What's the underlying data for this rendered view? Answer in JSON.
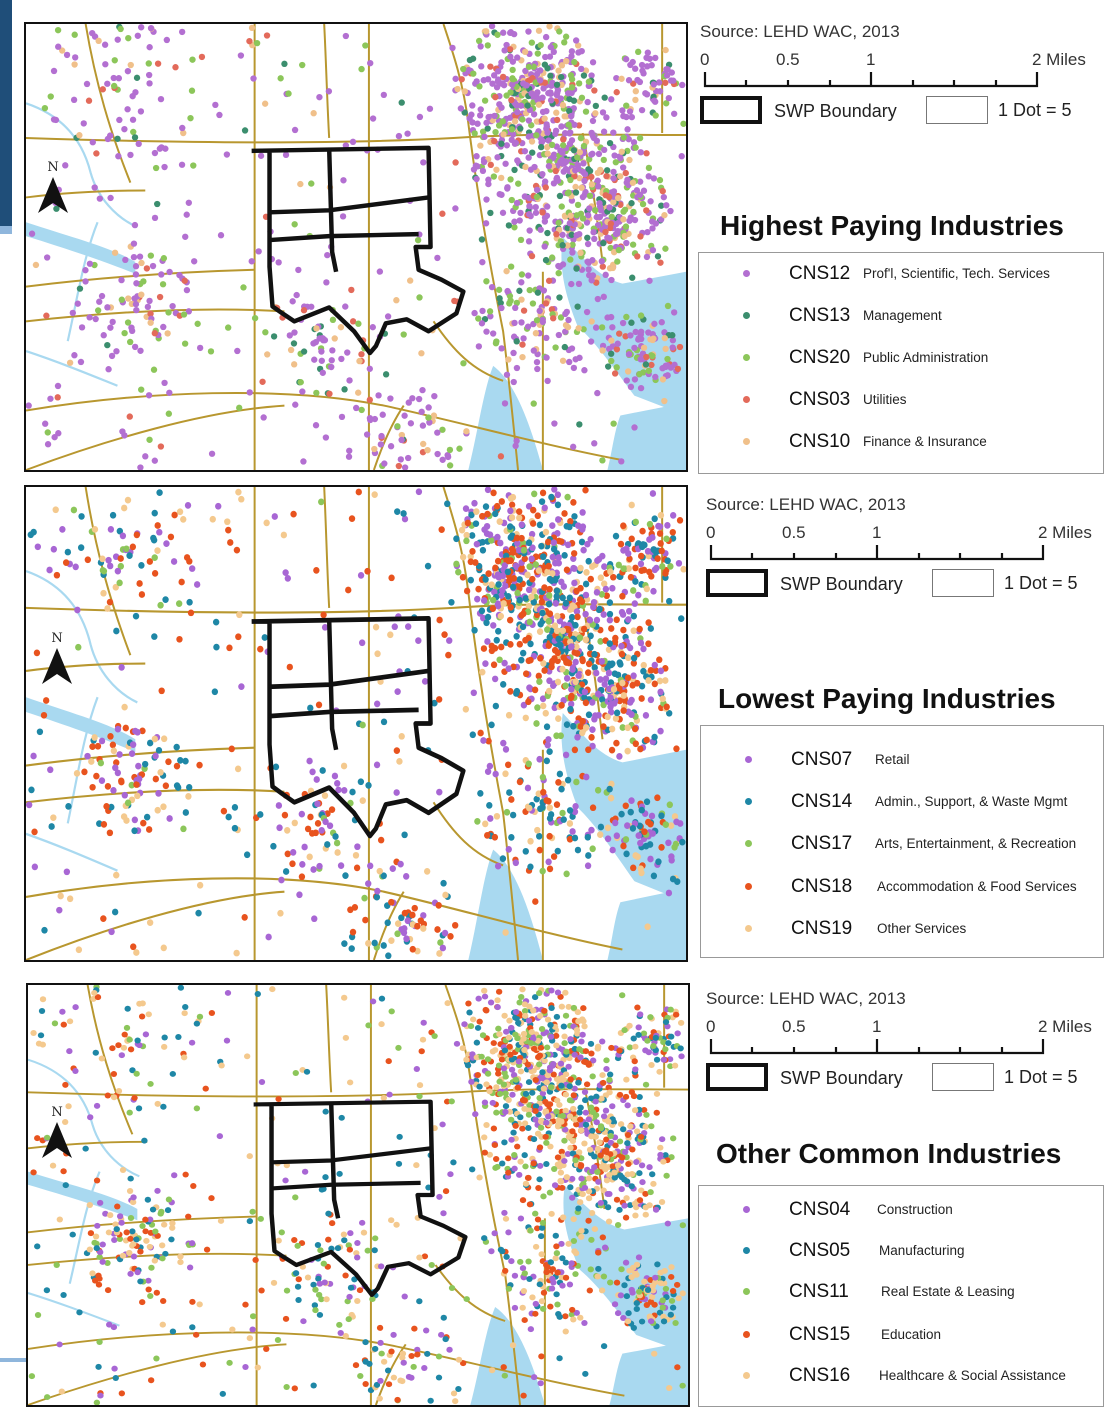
{
  "source_text": "Source: LEHD WAC, 2013",
  "scale_labels": [
    "0",
    "0.5",
    "1",
    "2 Miles"
  ],
  "north_label": "N",
  "boundary_label": "SWP Boundary",
  "dot_label": "1 Dot = 5",
  "colors": {
    "water": "#a9d9f0",
    "road": "#b8972f",
    "boundary": "#111111"
  },
  "panels": [
    {
      "title": "Highest Paying Industries",
      "items": [
        {
          "code": "CNS12",
          "desc": "Prof'l, Scientific, Tech. Services",
          "color": "#b36fd1"
        },
        {
          "code": "CNS13",
          "desc": "Management",
          "color": "#3b8e6e"
        },
        {
          "code": "CNS20",
          "desc": "Public Administration",
          "color": "#8cc65a"
        },
        {
          "code": "CNS03",
          "desc": "Utilities",
          "color": "#e36a5a"
        },
        {
          "code": "CNS10",
          "desc": "Finance & Insurance",
          "color": "#f0c08a"
        }
      ]
    },
    {
      "title": "Lowest Paying Industries",
      "items": [
        {
          "code": "CNS07",
          "desc": "Retail",
          "color": "#a866d4"
        },
        {
          "code": "CNS14",
          "desc": "Admin., Support, & Waste Mgmt",
          "color": "#1e87a6"
        },
        {
          "code": "CNS17",
          "desc": "Arts, Entertainment, & Recreation",
          "color": "#8cc65a"
        },
        {
          "code": "CNS18",
          "desc": "Accommodation & Food Services",
          "color": "#e8531e"
        },
        {
          "code": "CNS19",
          "desc": "Other Services",
          "color": "#f4c98e"
        }
      ]
    },
    {
      "title": "Other Common Industries",
      "items": [
        {
          "code": "CNS04",
          "desc": "Construction",
          "color": "#a866d4"
        },
        {
          "code": "CNS05",
          "desc": "Manufacturing",
          "color": "#1e87a6"
        },
        {
          "code": "CNS11",
          "desc": "Real Estate & Leasing",
          "color": "#8cc65a"
        },
        {
          "code": "CNS15",
          "desc": "Education",
          "color": "#e8531e"
        },
        {
          "code": "CNS16",
          "desc": "Healthcare & Social Assistance",
          "color": "#f4c98e"
        }
      ]
    }
  ]
}
